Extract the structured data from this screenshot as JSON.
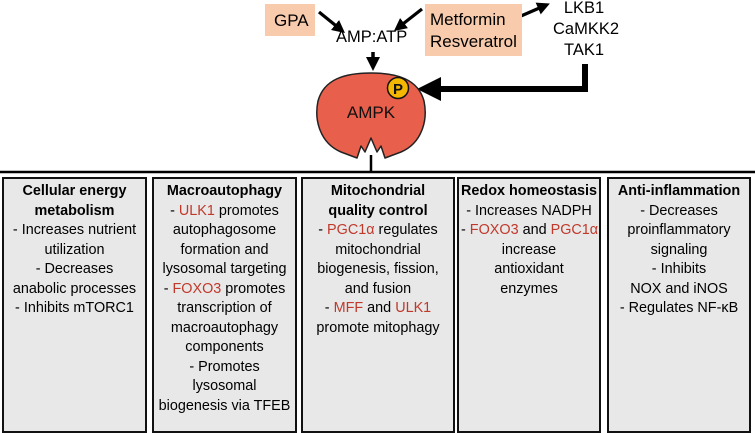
{
  "activators": {
    "gpa": "GPA",
    "drugs": [
      "Metformin",
      "Resveratrol"
    ],
    "ratio": "AMP:ATP",
    "kinases": [
      "LKB1",
      "CaMKK2",
      "TAK1"
    ]
  },
  "ampk": {
    "label": "AMPK",
    "phospho": "P"
  },
  "colors": {
    "activator_fill": "#f8cbad",
    "ampk_fill": "#e8604c",
    "phospho_fill": "#f5b800",
    "panel_fill": "#e8e8e8",
    "gene_text": "#c0392b"
  },
  "panels": [
    {
      "title": [
        "Cellular energy",
        "metabolism"
      ],
      "lines": [
        [
          {
            "t": "- Increases nutrient"
          }
        ],
        [
          {
            "t": "utilization"
          }
        ],
        [
          {
            "t": "- Decreases"
          }
        ],
        [
          {
            "t": "anabolic processes"
          }
        ],
        [
          {
            "t": "- Inhibits mTORC1"
          }
        ]
      ]
    },
    {
      "title": [
        "Macroautophagy"
      ],
      "lines": [
        [
          {
            "t": "- "
          },
          {
            "t": "ULK1",
            "gene": true
          },
          {
            "t": " promotes"
          }
        ],
        [
          {
            "t": "autophagosome"
          }
        ],
        [
          {
            "t": "formation and"
          }
        ],
        [
          {
            "t": "lysosomal targeting"
          }
        ],
        [
          {
            "t": "- "
          },
          {
            "t": "FOXO3",
            "gene": true
          },
          {
            "t": " promotes"
          }
        ],
        [
          {
            "t": "transcription of"
          }
        ],
        [
          {
            "t": "macroautophagy"
          }
        ],
        [
          {
            "t": "components"
          }
        ],
        [
          {
            "t": "- Promotes"
          }
        ],
        [
          {
            "t": "lysosomal"
          }
        ],
        [
          {
            "t": "biogenesis via TFEB"
          }
        ]
      ]
    },
    {
      "title": [
        "Mitochondrial",
        "quality control"
      ],
      "lines": [
        [
          {
            "t": "- "
          },
          {
            "t": "PGC1α",
            "gene": true
          },
          {
            "t": " regulates"
          }
        ],
        [
          {
            "t": "mitochondrial"
          }
        ],
        [
          {
            "t": "biogenesis, fission,"
          }
        ],
        [
          {
            "t": "and fusion"
          }
        ],
        [
          {
            "t": "- "
          },
          {
            "t": "MFF",
            "gene": true
          },
          {
            "t": " and "
          },
          {
            "t": "ULK1",
            "gene": true
          }
        ],
        [
          {
            "t": "promote mitophagy"
          }
        ]
      ]
    },
    {
      "title": [
        "Redox homeostasis"
      ],
      "lines": [
        [
          {
            "t": "- Increases NADPH"
          }
        ],
        [
          {
            "t": "- "
          },
          {
            "t": "FOXO3",
            "gene": true
          },
          {
            "t": " and "
          },
          {
            "t": "PGC1α",
            "gene": true
          }
        ],
        [
          {
            "t": "increase"
          }
        ],
        [
          {
            "t": "antioxidant"
          }
        ],
        [
          {
            "t": "enzymes"
          }
        ]
      ]
    },
    {
      "title": [
        "Anti-inflammation"
      ],
      "lines": [
        [
          {
            "t": "- Decreases"
          }
        ],
        [
          {
            "t": "proinflammatory"
          }
        ],
        [
          {
            "t": "signaling"
          }
        ],
        [
          {
            "t": "- Inhibits"
          }
        ],
        [
          {
            "t": "NOX and iNOS"
          }
        ],
        [
          {
            "t": "- Regulates NF-κB"
          }
        ]
      ]
    }
  ]
}
